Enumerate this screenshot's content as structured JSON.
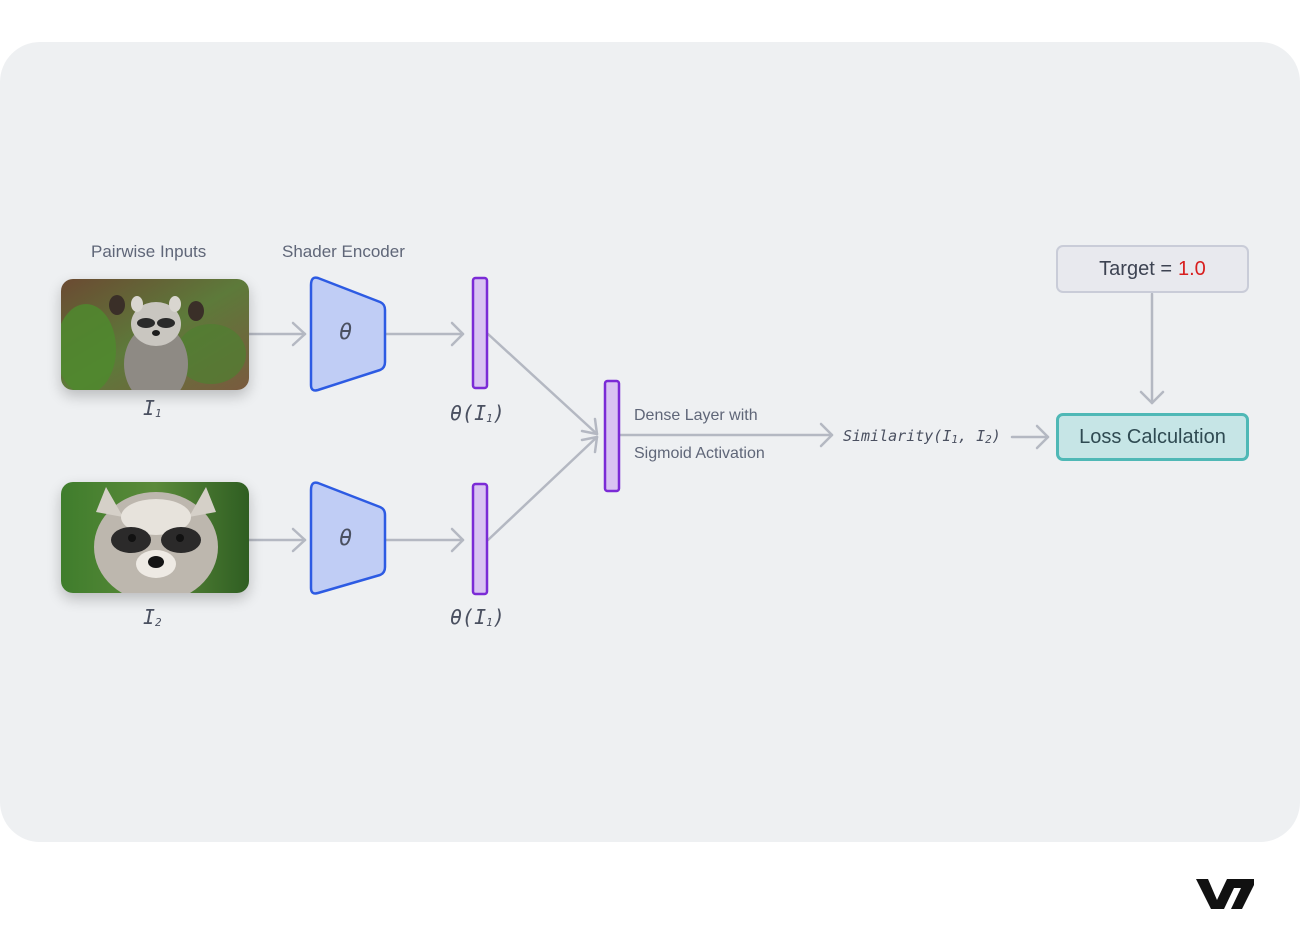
{
  "labels": {
    "pairwise_inputs": "Pairwise Inputs",
    "shader_encoder": "Shader Encoder",
    "dense_line1": "Dense Layer with",
    "dense_line2": "Sigmoid Activation"
  },
  "inputs": [
    {
      "name": "I",
      "subscript": "1",
      "image": "raccoon with raised paws"
    },
    {
      "name": "I",
      "subscript": "2",
      "image": "raccoon face close-up"
    }
  ],
  "encoder": {
    "symbol": "θ"
  },
  "embeddings": [
    {
      "prefix": "θ(",
      "var": "I",
      "subscript": "1",
      "suffix": ")"
    },
    {
      "prefix": "θ(",
      "var": "I",
      "subscript": "1",
      "suffix": ")"
    }
  ],
  "similarity": {
    "prefix": "Similarity(",
    "a": "I",
    "a_sub": "1",
    "sep": ", ",
    "b": "I",
    "b_sub": "2",
    "suffix": ")"
  },
  "target": {
    "label": "Target =",
    "value": "1.0"
  },
  "loss": {
    "label": "Loss Calculation"
  },
  "logo": {
    "text": "V7"
  },
  "colors": {
    "background_card": "#eef0f2",
    "encoder_fill": "#c0cdf5",
    "encoder_stroke": "#2d5be3",
    "vector_fill": "#d9c3f2",
    "vector_stroke": "#7b2bd6",
    "arrow": "#b4b8c2",
    "target_value": "#d81e1e",
    "loss_fill": "#c6e5e6",
    "loss_stroke": "#4fb8b6"
  }
}
